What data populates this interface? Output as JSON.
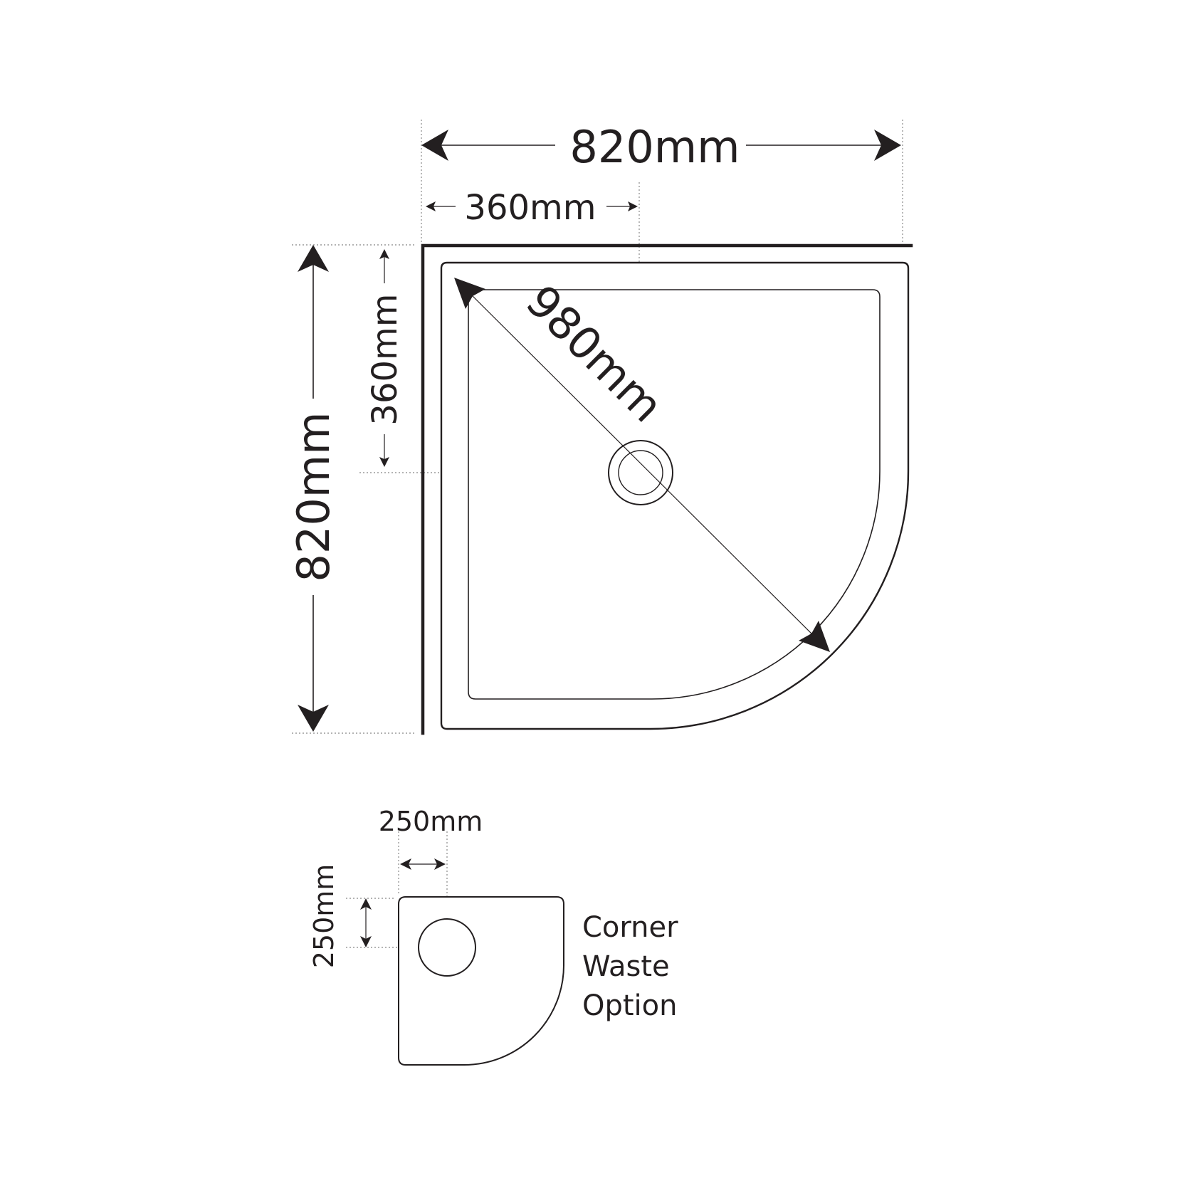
{
  "main_view": {
    "width_label": "820mm",
    "waste_offset_x_label": "360mm",
    "height_label": "820mm",
    "waste_offset_y_label": "360mm",
    "diagonal_label": "980mm"
  },
  "corner_option": {
    "offset_x_label": "250mm",
    "offset_y_label": "250mm",
    "caption_lines": [
      "Corner",
      "Waste",
      "Option"
    ]
  },
  "colors": {
    "ink": "#231f20",
    "guide": "#9a9a9a",
    "background": "#ffffff"
  }
}
